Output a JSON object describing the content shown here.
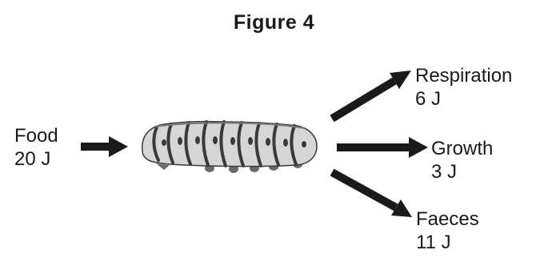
{
  "figure": {
    "title": "Figure 4"
  },
  "energy_flow": {
    "input": {
      "name": "Food",
      "value": "20 J"
    },
    "outputs": [
      {
        "name": "Respiration",
        "value": "6 J"
      },
      {
        "name": "Growth",
        "value": "3 J"
      },
      {
        "name": "Faeces",
        "value": "11 J"
      }
    ]
  },
  "colors": {
    "arrow": "#1a1a1a",
    "text": "#1a1a1a",
    "caterpillar_body": "#d6d6d6",
    "caterpillar_stripe": "#3a3a3a"
  },
  "icons": {
    "organism": "caterpillar-icon"
  }
}
